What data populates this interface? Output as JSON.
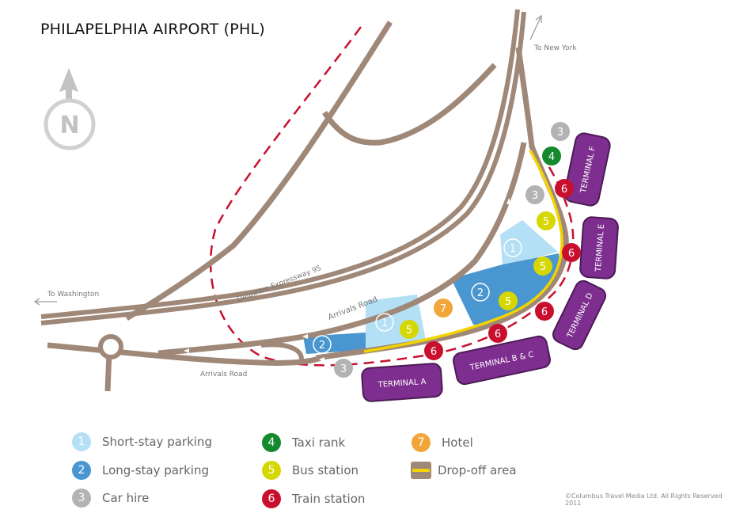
{
  "title": "PHILAPELPHIA AIRPORT (PHL)",
  "compass": {
    "icon": "north-arrow-icon",
    "letter": "N"
  },
  "road_labels": {
    "to_new_york": "To New York",
    "to_washington": "To Washington",
    "delaware_expressway": "Delaware Expressway 95",
    "arrivals_road_upper": "Arrivals Road",
    "arrivals_road_lower": "Arrivals Road"
  },
  "terminals": {
    "f": "TERMINAL F",
    "e": "TERMINAL E",
    "d": "TERMINAL D",
    "bc": "TERMINAL B & C",
    "a": "TERMINAL A"
  },
  "markers": {
    "short_stay": "1",
    "long_stay": "2",
    "car_hire": "3",
    "taxi": "4",
    "bus": "5",
    "train": "6",
    "hotel": "7"
  },
  "legend": {
    "short_stay": "Short-stay parking",
    "long_stay": "Long-stay parking",
    "car_hire": "Car hire",
    "taxi": "Taxi rank",
    "bus": "Bus station",
    "train": "Train station",
    "hotel": "Hotel",
    "dropoff": "Drop-off area"
  },
  "colors": {
    "road": "#a08878",
    "short_stay": "#b3e0f5",
    "long_stay": "#4a96d0",
    "car_hire": "#b3b3b3",
    "taxi": "#15892e",
    "bus": "#d7d700",
    "train": "#c8102e",
    "hotel": "#f2a63a",
    "terminal": "#7d2e8e",
    "dropoff_line": "#f2d400",
    "rail": "#c8102e"
  },
  "copyright": "©Columbus Travel Media Ltd. All Rights Reserved 2011"
}
